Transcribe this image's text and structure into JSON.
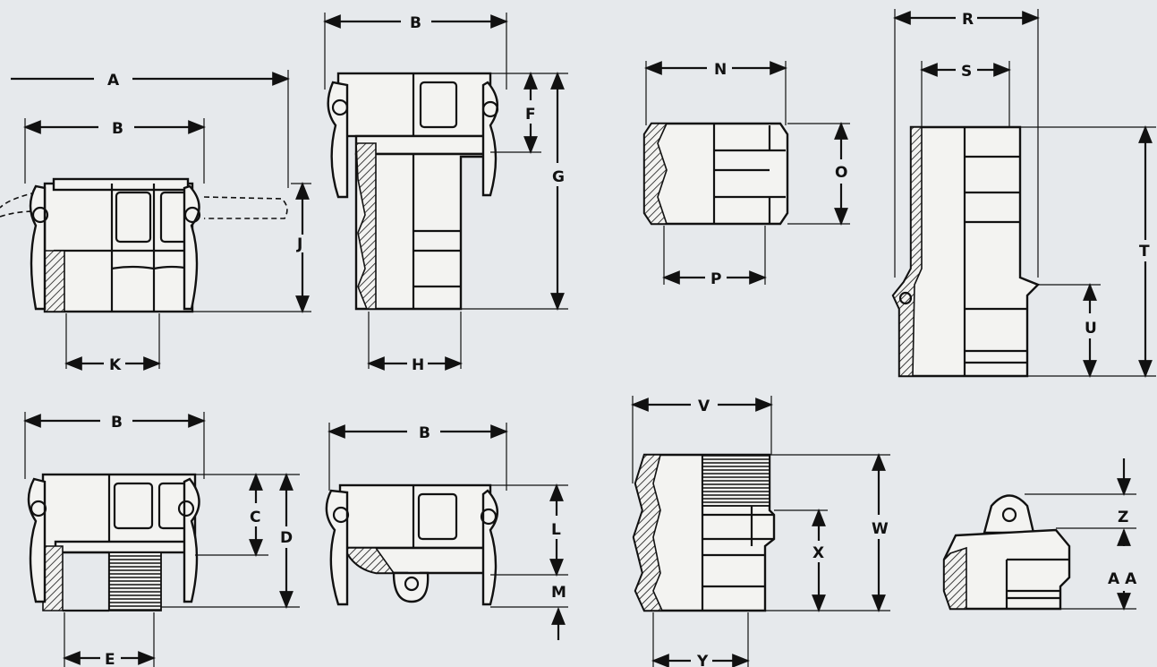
{
  "colors": {
    "background": "#e6e9ec",
    "ink": "#111111",
    "part_fill": "#f3f3f1"
  },
  "labels": {
    "A": "A",
    "B": "B",
    "C": "C",
    "D": "D",
    "E": "E",
    "F": "F",
    "G": "G",
    "H": "H",
    "J": "J",
    "K": "K",
    "L": "L",
    "M": "M",
    "N": "N",
    "O": "O",
    "P": "P",
    "R": "R",
    "S": "S",
    "T": "T",
    "U": "U",
    "V": "V",
    "W": "W",
    "X": "X",
    "Y": "Y",
    "Z": "Z",
    "AA": "A A"
  }
}
